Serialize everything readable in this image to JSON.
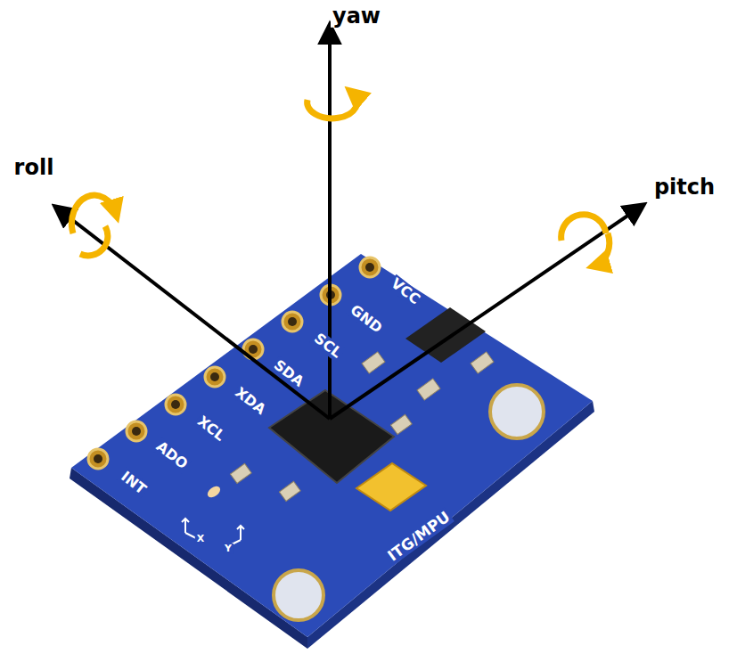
{
  "diagram": {
    "labels": [
      "yaw",
      "roll",
      "pitch",
      "VCC",
      "GND",
      "SCL",
      "SDA",
      "XDA",
      "XCL",
      "ADO",
      "INT",
      "ITG/MPU",
      "X",
      "Y"
    ]
  }
}
